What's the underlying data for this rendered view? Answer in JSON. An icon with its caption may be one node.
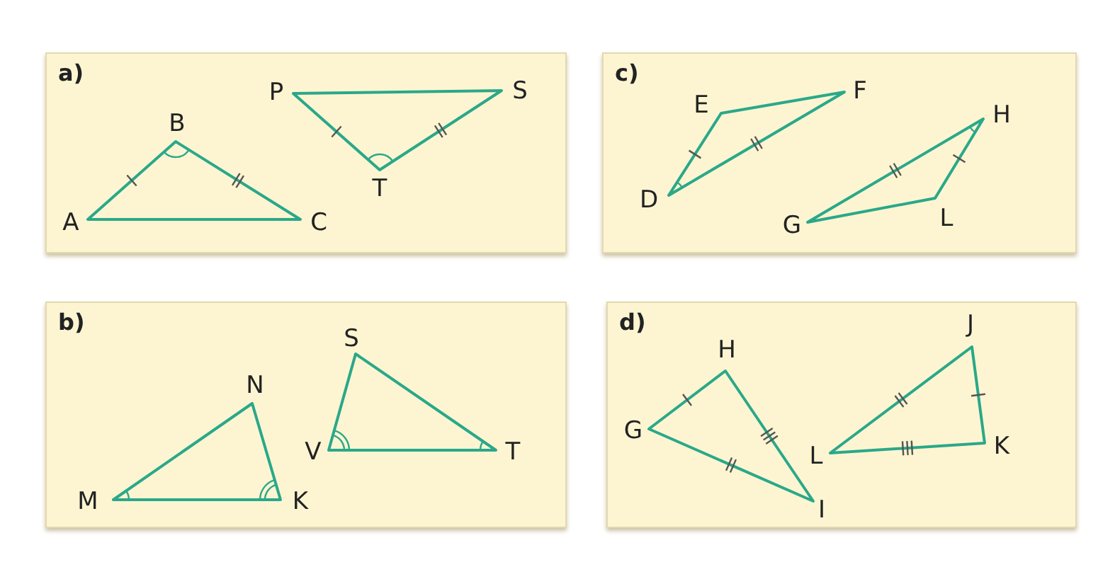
{
  "diagram": {
    "nodes": [
      {
        "text": [
          "a)"
        ]
      },
      {
        "text": [
          "c)"
        ]
      },
      {
        "text": [
          "b)"
        ]
      },
      {
        "text": [
          "d)"
        ]
      }
    ],
    "labels": [
      "B",
      "A",
      "C",
      "P",
      "S",
      "T",
      "E",
      "F",
      "D",
      "H",
      "G",
      "L",
      "N",
      "M",
      "K",
      "S",
      "V",
      "T",
      "H",
      "G",
      "I",
      "J",
      "L",
      "K"
    ]
  }
}
